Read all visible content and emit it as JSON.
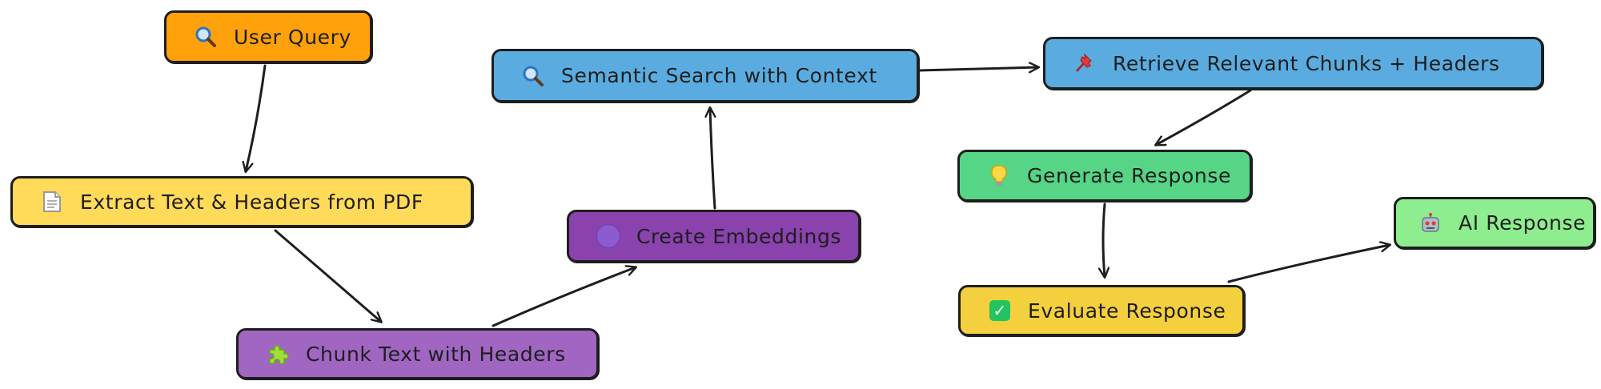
{
  "colors": {
    "orange": "#ffa10a",
    "yellow": "#ffdb59",
    "purple_light": "#a066c2",
    "purple_dark": "#8a42ad",
    "blue": "#5aace0",
    "green": "#55d585",
    "yellow_eval": "#f4d03f",
    "green_light": "#8eed8e",
    "stroke": "#1e1e1e"
  },
  "nodes": {
    "user_query": {
      "icon": "magnifier-icon",
      "label": "User Query"
    },
    "extract": {
      "icon": "document-icon",
      "label": "Extract Text & Headers from PDF"
    },
    "chunk": {
      "icon": "puzzle-icon",
      "label": "Chunk Text with Headers"
    },
    "embed": {
      "icon": "circle-icon",
      "label": "Create Embeddings"
    },
    "search": {
      "icon": "magnifier-icon",
      "label": "Semantic Search with Context"
    },
    "retrieve": {
      "icon": "pushpin-icon",
      "label": "Retrieve Relevant Chunks + Headers"
    },
    "generate": {
      "icon": "lightbulb-icon",
      "label": "Generate Response"
    },
    "evaluate": {
      "icon": "checkmark-icon",
      "label": "Evaluate Response"
    },
    "ai_response": {
      "icon": "robot-icon",
      "label": "AI Response"
    }
  }
}
